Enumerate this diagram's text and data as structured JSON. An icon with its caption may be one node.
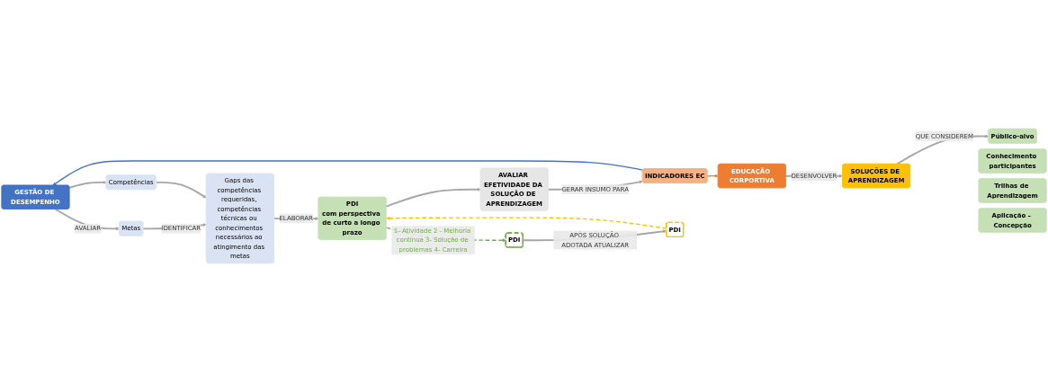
{
  "diagram": {
    "nodes": [
      {
        "text": [
          "GESTÃO DE DESEMPENHO"
        ]
      },
      {
        "text": [
          "Metas"
        ]
      },
      {
        "text": [
          "Competências"
        ]
      },
      {
        "text": [
          "Gaps das competências requeridas, competências técnicas ou conhecimentos necessários ao atingimento das metas"
        ]
      },
      {
        "text": [
          "PDI",
          "com perspectiva de curto a longo prazo"
        ]
      },
      {
        "text": [
          "AVALIAR EFETIVIDADE DA SOLUÇÃO DE APRENDIZAGEM"
        ]
      },
      {
        "text": [
          "INDICADORES EC"
        ]
      },
      {
        "text": [
          "EDUCAÇÃO CORPORTIVA"
        ]
      },
      {
        "text": [
          "SOLUÇÕES DE APRENDIZAGEM"
        ]
      },
      {
        "text": [
          "Público-alvo"
        ]
      },
      {
        "text": [
          "Conhecimento participantes"
        ]
      },
      {
        "text": [
          "Trilhas de Aprendizagem"
        ]
      },
      {
        "text": [
          "Aplicação – Concepção"
        ]
      },
      {
        "text": [
          "PDI"
        ]
      },
      {
        "text": [
          "PDI"
        ]
      }
    ],
    "edges": [
      {
        "from": 0,
        "to": 1,
        "arrow": "to",
        "label": "AVALIAR"
      },
      {
        "from": 0,
        "to": 2,
        "arrow": "to"
      },
      {
        "from": 1,
        "to": 3,
        "arrow": "to",
        "label": "IDENTIFICAR"
      },
      {
        "from": 2,
        "to": 3,
        "arrow": "to"
      },
      {
        "from": 3,
        "to": 4,
        "arrow": "to",
        "label": "ELABORAR"
      },
      {
        "from": 4,
        "to": 5,
        "arrow": "to"
      },
      {
        "from": 5,
        "to": 6,
        "arrow": "to",
        "label": "GERAR INSUMO PARA"
      },
      {
        "from": 6,
        "to": 0,
        "arrow": "to",
        "color": "#4472c4"
      },
      {
        "from": 6,
        "to": 7,
        "arrow": "to",
        "color": "#ed7d31"
      },
      {
        "from": 7,
        "to": 8,
        "arrow": "to",
        "label": "DESENVOLVER"
      },
      {
        "from": 8,
        "to": 9,
        "arrow": "to",
        "label": "QUE CONSIDEREM"
      },
      {
        "from": 4,
        "to": 13,
        "arrow": "to",
        "style": "dashed",
        "color": "#70ad47",
        "label": "1- Atividade 2 - Melhoria contínua 3- Solução de problemas 4- Carreira"
      },
      {
        "from": 13,
        "to": 14,
        "arrow": "to",
        "label": "APÓS SOLUÇÃO ADOTADA ATUALIZAR"
      },
      {
        "from": 14,
        "to": 4,
        "arrow": "to",
        "style": "dashed",
        "color": "#ffc000"
      }
    ]
  }
}
